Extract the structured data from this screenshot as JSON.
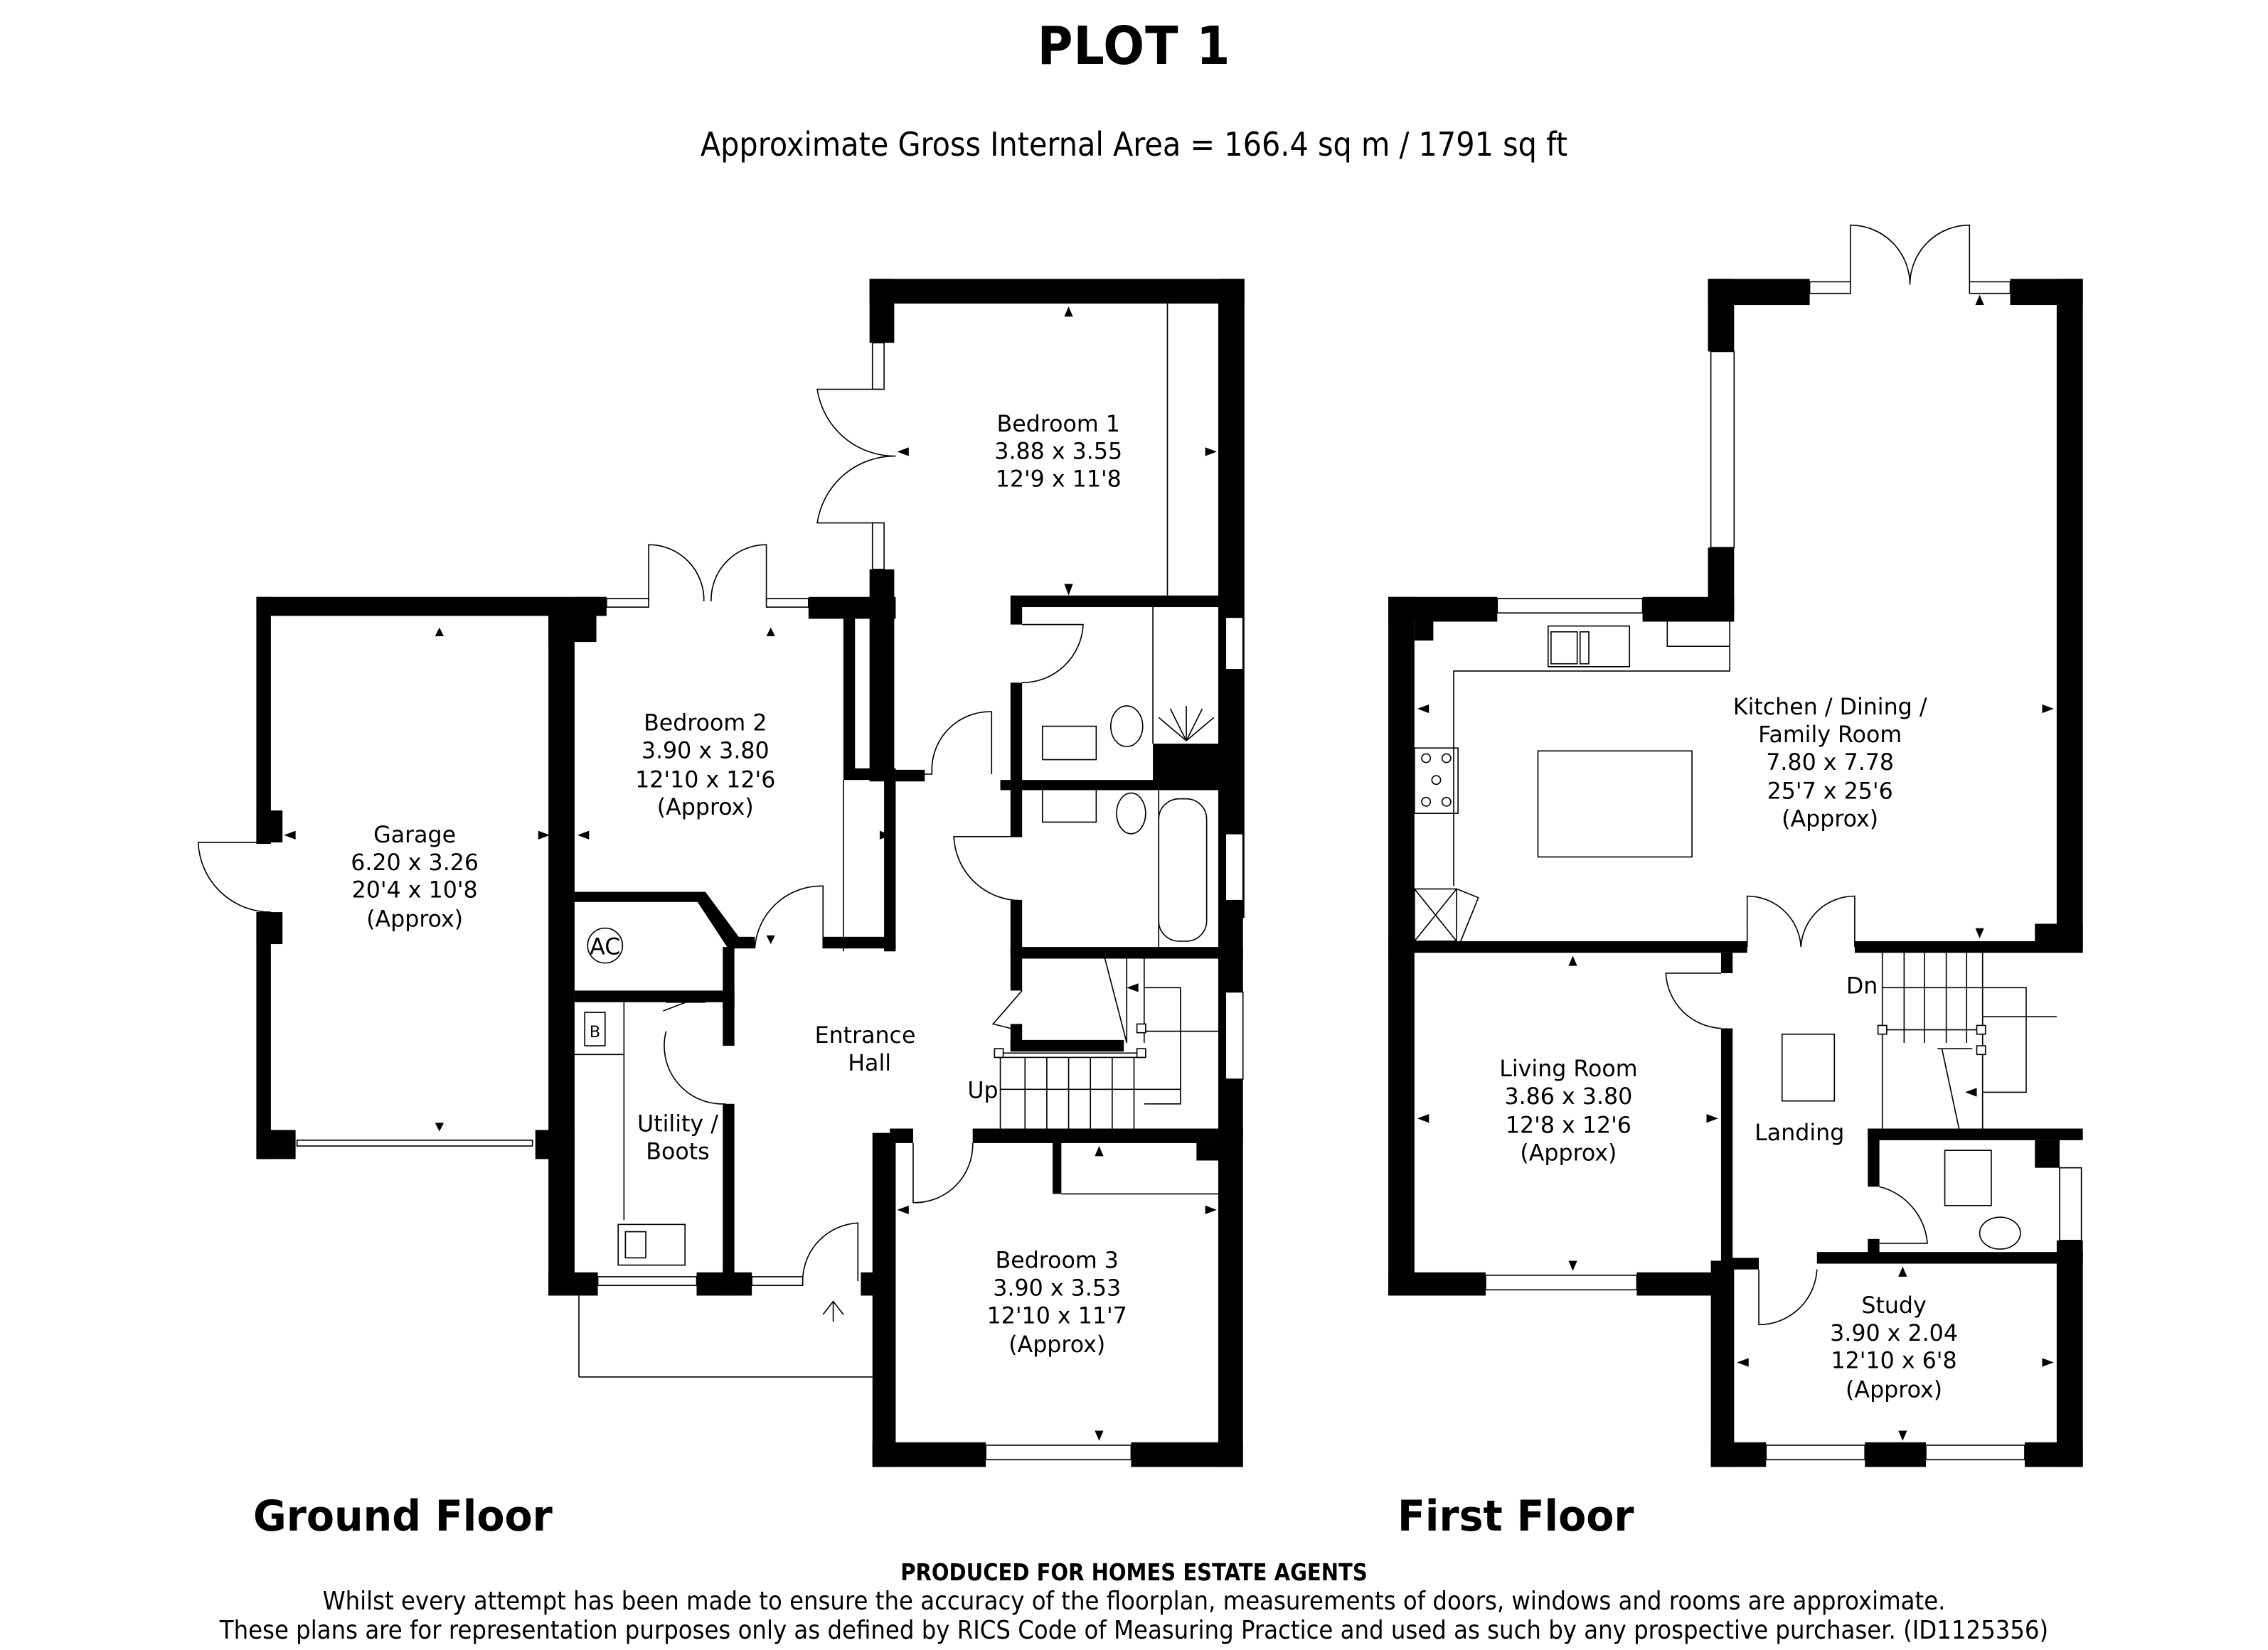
{
  "header": {
    "title": "PLOT 1",
    "area": "Approximate Gross Internal Area = 166.4 sq m / 1791 sq ft"
  },
  "ground_floor": {
    "label": "Ground Floor",
    "rooms": {
      "garage": {
        "name": "Garage",
        "metric": "6.20 x 3.26",
        "imperial": "20'4 x 10'8",
        "note": "(Approx)"
      },
      "bedroom2": {
        "name": "Bedroom 2",
        "metric": "3.90 x 3.80",
        "imperial": "12'10 x 12'6",
        "note": "(Approx)"
      },
      "bedroom1": {
        "name": "Bedroom 1",
        "metric": "3.88 x 3.55",
        "imperial": "12'9 x 11'8"
      },
      "entrance_hall": {
        "name_line1": "Entrance",
        "name_line2": "Hall"
      },
      "utility": {
        "name_line1": "Utility /",
        "name_line2": "Boots"
      },
      "bedroom3": {
        "name": "Bedroom 3",
        "metric": "3.90 x 3.53",
        "imperial": "12'10 x 11'7",
        "note": "(Approx)"
      }
    },
    "symbols": {
      "ac": "AC",
      "boiler": "B",
      "stairs_up": "Up"
    }
  },
  "first_floor": {
    "label": "First Floor",
    "rooms": {
      "kitchen": {
        "name_line1": "Kitchen / Dining /",
        "name_line2": "Family Room",
        "metric": "7.80 x 7.78",
        "imperial": "25'7 x 25'6",
        "note": "(Approx)"
      },
      "living": {
        "name": "Living Room",
        "metric": "3.86 x 3.80",
        "imperial": "12'8 x 12'6",
        "note": "(Approx)"
      },
      "landing": {
        "name": "Landing"
      },
      "study": {
        "name": "Study",
        "metric": "3.90 x 2.04",
        "imperial": "12'10 x 6'8",
        "note": "(Approx)"
      }
    },
    "symbols": {
      "stairs_down": "Dn"
    }
  },
  "footer": {
    "produced_for": "PRODUCED FOR HOMES ESTATE AGENTS",
    "disclaimer_1": "Whilst every attempt has been made to ensure the accuracy of the floorplan, measurements of doors, windows and rooms are approximate.",
    "disclaimer_2": "These plans are for representation purposes only as defined by RICS Code of Measuring Practice and used as such by any prospective purchaser. (ID1125356)"
  }
}
